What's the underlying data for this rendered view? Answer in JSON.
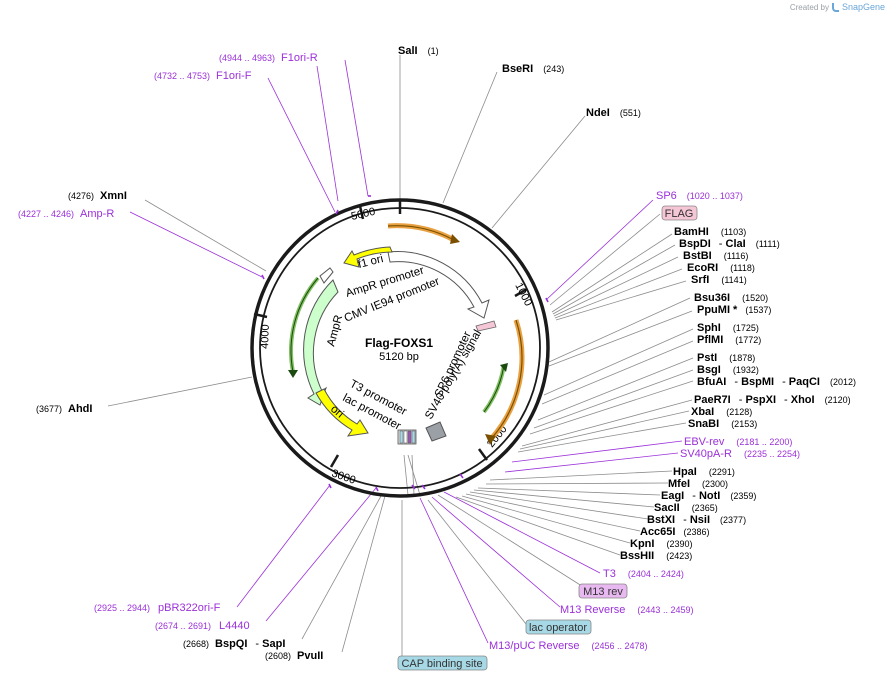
{
  "credit": {
    "prefix": "Created by",
    "brand": "SnapGene"
  },
  "plasmid": {
    "name": "Flag-FOXS1",
    "size": "5120 bp"
  },
  "ticks": [
    "1000",
    "2000",
    "3000",
    "4000",
    "5000"
  ],
  "features": [
    {
      "label": "f1 ori"
    },
    {
      "label": "AmpR promoter"
    },
    {
      "label": "CMV IE94 promoter"
    },
    {
      "label": "AmpR"
    },
    {
      "label": "SP6 promoter"
    },
    {
      "label": "SV40 poly(A) signal"
    },
    {
      "label": "T3 promoter"
    },
    {
      "label": "lac promoter"
    },
    {
      "label": "ori"
    }
  ],
  "labels": {
    "sali": {
      "name": "SalI",
      "pos": "(1)"
    },
    "bseri": {
      "name": "BseRI",
      "pos": "(243)"
    },
    "ndei": {
      "name": "NdeI",
      "pos": "(551)"
    },
    "f1orir": {
      "range": "(4944 .. 4963)",
      "name": "F1ori-R"
    },
    "f1orif": {
      "range": "(4732 .. 4753)",
      "name": "F1ori-F"
    },
    "xmni": {
      "pos": "(4276)",
      "name": "XmnI"
    },
    "ampr": {
      "range": "(4227 .. 4246)",
      "name": "Amp-R"
    },
    "ahdi": {
      "pos": "(3677)",
      "name": "AhdI"
    },
    "sp6": {
      "name": "SP6",
      "range": "(1020 .. 1037)"
    },
    "flag": {
      "name": "FLAG"
    },
    "bamhi": {
      "name": "BamHI",
      "pos": "(1103)"
    },
    "bspdi": {
      "name": "BspDI",
      "sep": "- ",
      "name2": "ClaI",
      "pos": "(1111)"
    },
    "bstbi": {
      "name": "BstBI",
      "pos": "(1116)"
    },
    "ecori": {
      "name": "EcoRI",
      "pos": "(1118)"
    },
    "srfi": {
      "name": "SrfI",
      "pos": "(1141)"
    },
    "bsu36i": {
      "name": "Bsu36I",
      "pos": "(1520)"
    },
    "ppumi": {
      "name": "PpuMI *",
      "pos": "(1537)"
    },
    "sphi": {
      "name": "SphI",
      "pos": "(1725)"
    },
    "pflmi": {
      "name": "PflMI",
      "pos": "(1772)"
    },
    "psti": {
      "name": "PstI",
      "pos": "(1878)"
    },
    "bsgi": {
      "name": "BsgI",
      "pos": "(1932)"
    },
    "bfuai": {
      "name": "BfuAI",
      "sep": "- ",
      "name2": "BspMI",
      "sep2": "- ",
      "name3": "PaqCI",
      "pos": "(2012)"
    },
    "paer7i": {
      "name": "PaeR7I",
      "sep": "- ",
      "name2": "PspXI",
      "sep2": "- ",
      "name3": "XhoI",
      "pos": "(2120)"
    },
    "xbai": {
      "name": "XbaI",
      "pos": "(2128)"
    },
    "snabi": {
      "name": "SnaBI",
      "pos": "(2153)"
    },
    "ebvrev": {
      "name": "EBV-rev",
      "range": "(2181 .. 2200)"
    },
    "sv40par": {
      "name": "SV40pA-R",
      "range": "(2235 .. 2254)"
    },
    "hpai": {
      "name": "HpaI",
      "pos": "(2291)"
    },
    "mfei": {
      "name": "MfeI",
      "pos": "(2300)"
    },
    "eagi": {
      "name": "EagI",
      "sep": "- ",
      "name2": "NotI",
      "pos": "(2359)"
    },
    "sacii": {
      "name": "SacII",
      "pos": "(2365)"
    },
    "bstxi": {
      "name": "BstXI",
      "sep": "- ",
      "name2": "NsiI",
      "pos": "(2377)"
    },
    "acc65i": {
      "name": "Acc65I",
      "pos": "(2386)"
    },
    "kpni": {
      "name": "KpnI",
      "pos": "(2390)"
    },
    "bsshii": {
      "name": "BssHII",
      "pos": "(2423)"
    },
    "t3": {
      "name": "T3",
      "range": "(2404 .. 2424)"
    },
    "m13rev": {
      "name": "M13 rev"
    },
    "m13reverse": {
      "name": "M13 Reverse",
      "range": "(2443 .. 2459)"
    },
    "lacop": {
      "name": "lac operator"
    },
    "m13puc": {
      "name": "M13/pUC Reverse",
      "range": "(2456 .. 2478)"
    },
    "cap": {
      "name": "CAP binding site"
    },
    "pbr322": {
      "range": "(2925 .. 2944)",
      "name": "pBR322ori-F"
    },
    "l4440": {
      "range": "(2674 .. 2691)",
      "name": "L4440"
    },
    "bspqi": {
      "pos": "(2668)",
      "name": "BspQI",
      "sep": "- ",
      "name2": "SapI"
    },
    "pvuii": {
      "pos": "(2608)",
      "name": "PvuII"
    }
  },
  "colors": {
    "enzyme": "#000000",
    "primer": "#9b30d9",
    "leader": "#8c8c8c",
    "backbone": "#1a1a1a",
    "promoter": "#ffffff",
    "ori": "#ffff00",
    "ampr": "#ccffcc",
    "flag_tag": "#f4c6d6",
    "m13_tag": "#e8b8f0",
    "lacop_tag": "#a6d8e6",
    "cap_tag": "#a6d8e6"
  }
}
